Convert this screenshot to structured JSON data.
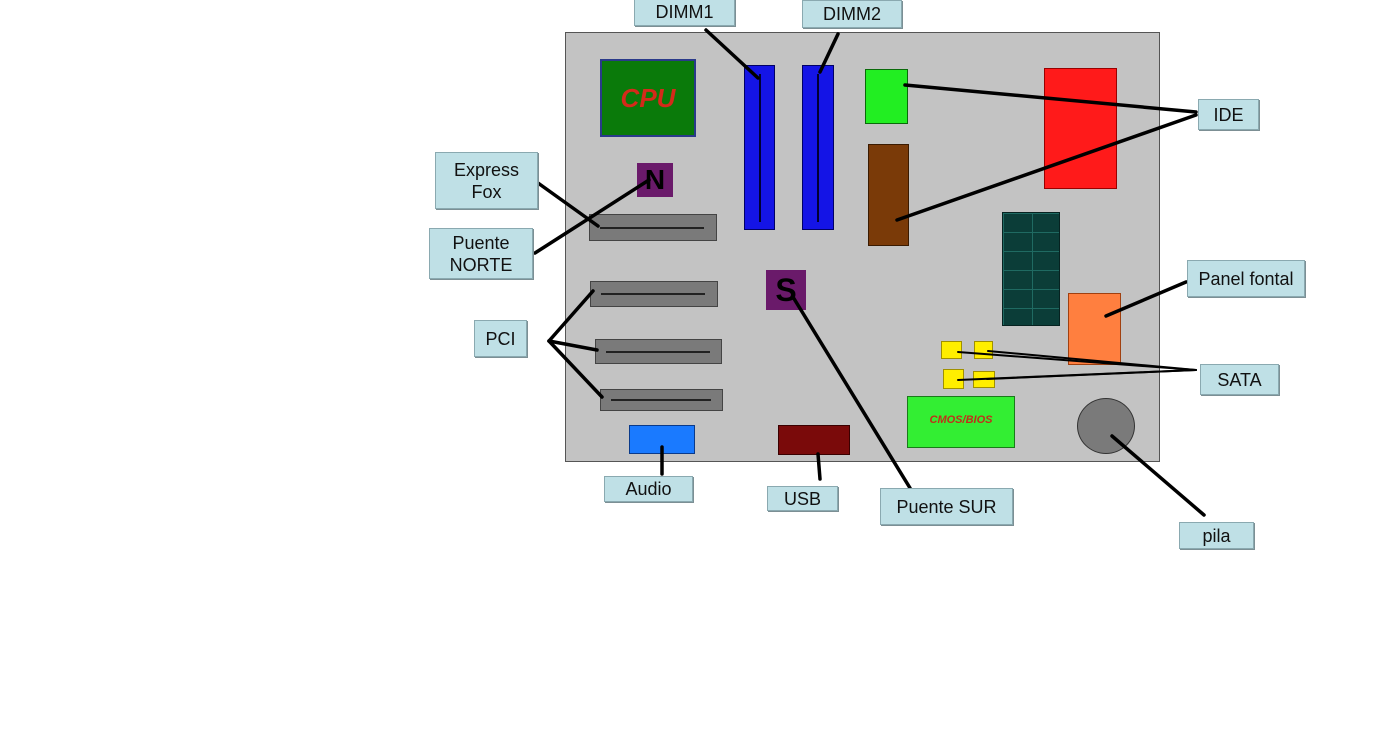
{
  "labels": {
    "dimm1": "DIMM1",
    "dimm2": "DIMM2",
    "ide": "IDE",
    "express_fox": "Express\nFox",
    "puente_norte": "Puente\nNORTE",
    "pci": "PCI",
    "audio": "Audio",
    "usb": "USB",
    "puente_sur": "Puente SUR",
    "panel_frontal": "Panel fontal",
    "sata": "SATA",
    "pila": "pila"
  },
  "chips": {
    "cpu": "CPU",
    "north": "N",
    "south": "S",
    "cmos": "CMOS/BIOS"
  },
  "colors": {
    "board": "#c3c3c3",
    "cpu_fill": "#0a7a0a",
    "cpu_text": "#d42a1a",
    "dimm": "#1414e6",
    "ide_green": "#22ee22",
    "ide_brown": "#7a3a08",
    "red_block": "#ff1a1a",
    "power_connector": "#0b3d38",
    "front_panel": "#ff7f3f",
    "sata": "#ffee00",
    "cmos": "#33ee33",
    "battery": "#7a7a7a",
    "chip_purple": "#6a1a6a",
    "audio": "#1a7aff",
    "usb": "#7a0a0a",
    "slot": "#7a7a7a",
    "label_bg": "#bfe0e6"
  }
}
